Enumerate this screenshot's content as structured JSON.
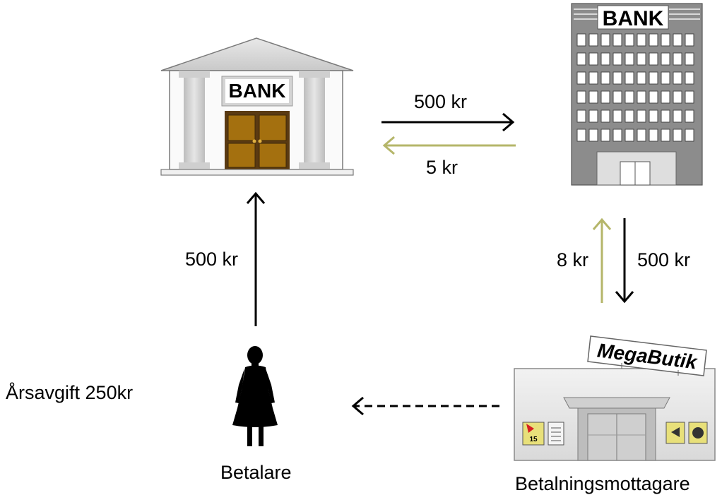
{
  "central_bank": {
    "sign": "BANK"
  },
  "corporate_bank": {
    "sign": "BANK"
  },
  "store": {
    "sign": "MegaButik",
    "poster_number": "15"
  },
  "flows": {
    "payer_to_bank": "500 kr",
    "bank_to_bank": "500 kr",
    "bank_fee_back": "5 kr",
    "bank_to_store": "500 kr",
    "store_fee": "8 kr"
  },
  "annual_fee": "Årsavgift 250kr",
  "payer_label": "Betalare",
  "recipient_label": "Betalningsmottagare",
  "colors": {
    "money_arrow": "#000000",
    "fee_arrow": "#b5b66a",
    "building_gray": "#8c8c8c"
  }
}
